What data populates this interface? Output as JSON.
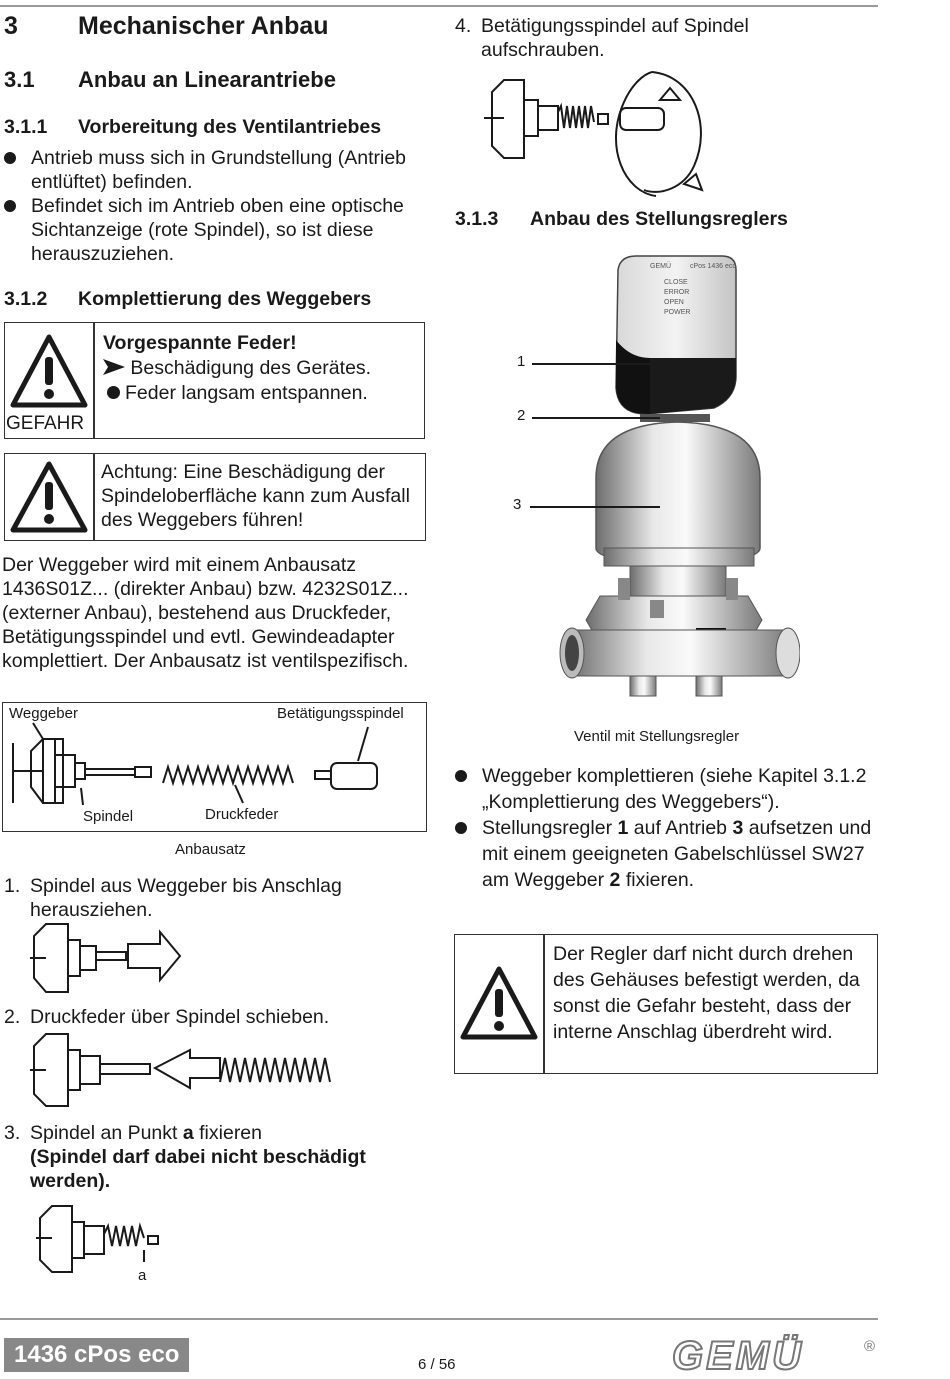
{
  "section3": {
    "num": "3",
    "title": "Mechanischer Anbau"
  },
  "section31": {
    "num": "3.1",
    "title": "Anbau an Linearantriebe"
  },
  "section311": {
    "num": "3.1.1",
    "title": "Vorbereitung des Ventilantriebes",
    "bullets": [
      "Antrieb muss sich in Grundstellung (Antrieb entlüftet) befinden.",
      "Befindet sich im Antrieb oben eine optische Sichtanzeige (rote Spindel), so ist diese herauszuziehen."
    ]
  },
  "section312": {
    "num": "3.1.2",
    "title": "Komplettierung des Weggebers"
  },
  "danger": {
    "label": "GEFAHR",
    "title": "Vorgespannte Feder!",
    "line1": "Beschädigung des Gerätes.",
    "line2": "Feder langsam entspannen."
  },
  "caution": {
    "text": "Achtung: Eine Beschädigung der Spindeloberfläche kann zum Ausfall des Weggebers führen!"
  },
  "intro": "Der Weggeber wird mit einem Anbausatz 1436S01Z... (direkter Anbau) bzw. 4232S01Z... (externer Anbau), bestehend aus Druckfeder, Betätigungsspindel und evtl. Gewindeadapter komplettiert. Der Anbausatz ist ventilspezifisch.",
  "kit": {
    "weggeber": "Weggeber",
    "betaetigungsspindel": "Betätigungsspindel",
    "spindel": "Spindel",
    "druckfeder": "Druckfeder",
    "caption": "Anbausatz"
  },
  "steps": [
    {
      "num": "1.",
      "text": "Spindel aus Weggeber bis Anschlag herausziehen."
    },
    {
      "num": "2.",
      "text": "Druckfeder über Spindel schieben."
    },
    {
      "num": "3.",
      "pre": "Spindel an Punkt ",
      "bold": "a",
      "post": " fixieren",
      "bold2": "(Spindel darf dabei nicht beschädigt werden)."
    },
    {
      "num": "4.",
      "text": "Betätigungsspindel auf Spindel aufschrauben."
    }
  ],
  "step3_label": "a",
  "section313": {
    "num": "3.1.3",
    "title": "Anbau des Stellungsreglers"
  },
  "valve": {
    "label1": "1",
    "label2": "2",
    "label3": "3",
    "caption": "Ventil mit Stellungsregler",
    "unit_brand": "GEMÜ",
    "unit_model": "cPos 1436 eco",
    "leds": [
      "CLOSE",
      "ERROR",
      "OPEN",
      "POWER"
    ]
  },
  "bullets313": [
    {
      "text": "Weggeber komplettieren (siehe Kapitel 3.1.2 „Komplettierung des Weggebers“)."
    },
    {
      "pre": "Stellungsregler ",
      "b1": "1",
      "mid": " auf Antrieb ",
      "b2": "3",
      "mid2": " aufsetzen und mit einem geeigneten Gabelschlüssel SW27 am Weggeber ",
      "b3": "2",
      "post": " fixieren."
    }
  ],
  "note": "Der Regler darf nicht durch drehen des Gehäuses befestigt werden, da sonst die Gefahr besteht, dass der interne Anschlag überdreht wird.",
  "footer": {
    "product": "1436 cPos eco",
    "page": "6 / 56",
    "logo": "GEMÜ",
    "reg": "®"
  }
}
